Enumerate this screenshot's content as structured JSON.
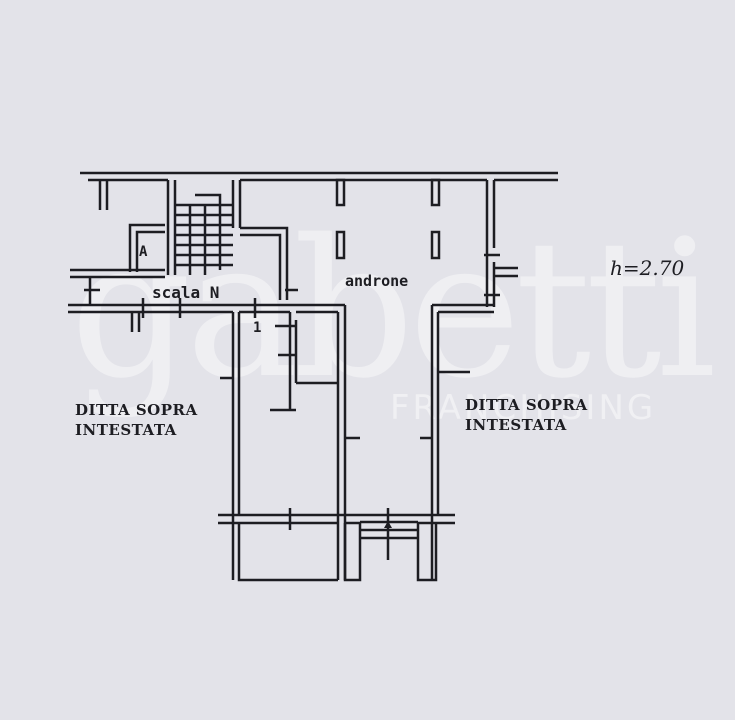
{
  "watermark": {
    "logo": "gabetti",
    "subtitle": "FRANCHISING"
  },
  "labels": {
    "stair_marker": "A",
    "stair": "scala N",
    "entrance_number": "1",
    "lobby": "androne",
    "ceiling_height": "h=2.70"
  },
  "notes": {
    "left": [
      "DITTA SOPRA",
      "INTESTATA"
    ],
    "right": [
      "DITTA SOPRA",
      "INTESTATA"
    ]
  },
  "colors": {
    "paper": "#e3e3e9",
    "ink": "#1d1d22"
  }
}
